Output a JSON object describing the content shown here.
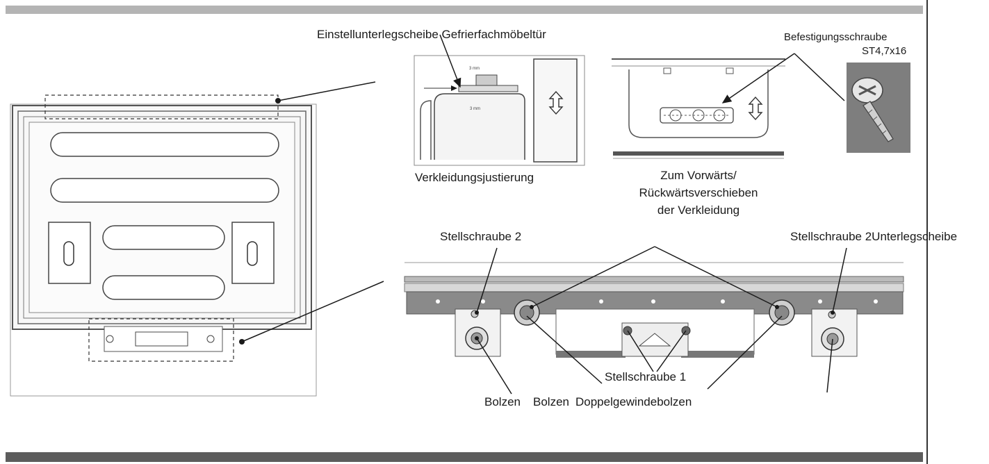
{
  "labels": {
    "shim": "Einstellunterlegscheibe Gefrierfachmöbeltür",
    "fix_screw": "Befestigungsschraube",
    "fix_screw_size": "ST4,7x16",
    "panel_adjust": "Verkleidungsjustierung",
    "move_line1": "Zum Vorwärts/",
    "move_line2": "Rückwärtsverschieben",
    "move_line3": "der Verkleidung",
    "screw2_left": "Stellschraube 2",
    "screw2_right": "Stellschraube 2Unterlegscheibe",
    "screw1": "Stellschraube 1",
    "bolt1": "Bolzen",
    "bolt2": "Bolzen",
    "double_bolt": "Doppelgewindebolzen",
    "tiny_top": "3 mm",
    "tiny_bottom": "3 mm"
  },
  "colors": {
    "line": "#1a1a1a",
    "top_bar": "#b4b4b4",
    "bottom_bar": "#5c5c5c",
    "metal": "#9a9a9a"
  }
}
